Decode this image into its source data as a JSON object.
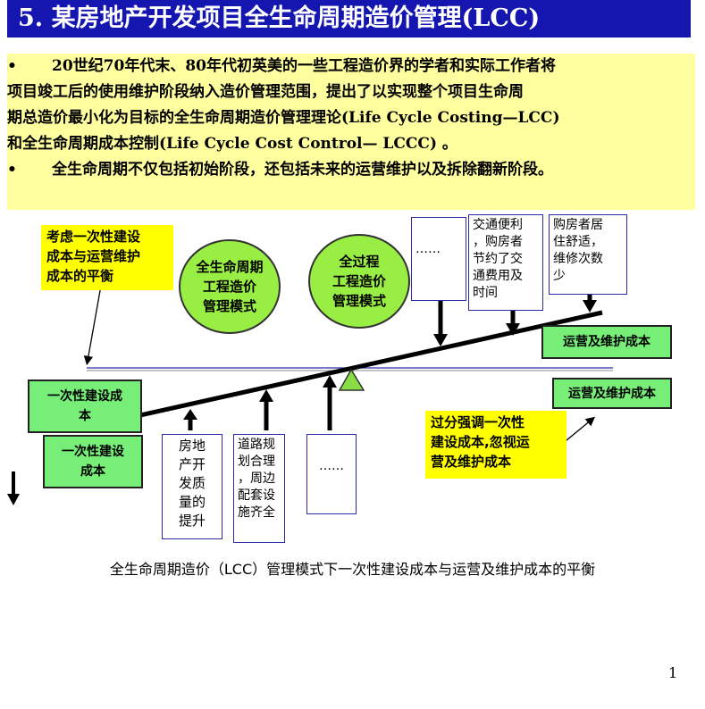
{
  "title": "5. 某房地产开发项目全生命周期造价管理(LCC)",
  "intro": {
    "bullet": "•",
    "para1": [
      "20世纪70年代末、80年代初英美的一些工程造价界的学者和实际工作者将",
      "项目竣工后的使用维护阶段纳入造价管理范围，提出了以实现整个项目生命周",
      "期总造价最小化为目标的全生命周期造价管理理论(Life Cycle Costing—LCC)",
      "和全生命周期成本控制(Life Cycle Cost Control— LCCC) 。"
    ],
    "para2": "全生命周期不仅包括初始阶段，还包括未来的运营维护以及拆除翻新阶段。"
  },
  "diagram": {
    "note_balance": [
      "考虑一次性建设",
      "成本与运营维护",
      "成本的平衡"
    ],
    "circle_lcc": [
      "全生命周期",
      "工程造价",
      "管理模式"
    ],
    "circle_process": [
      "全过程",
      "工程造价",
      "管理模式"
    ],
    "one_time_cost_upper": [
      "一次性建设成",
      "本"
    ],
    "one_time_cost_lower": [
      "一次性建设",
      "成本"
    ],
    "op_cost_upper": "运营及维护成本",
    "op_cost_lower": "运营及维护成本",
    "note_overemphasis": [
      "过分强调一次性",
      "建设成本,忽视运",
      "营及维护成本"
    ],
    "factors_left": [
      {
        "lines": [
          "房地",
          "产开",
          "发质",
          "量的",
          "提升"
        ]
      },
      {
        "lines": [
          "道路规",
          "划合理",
          "，周边",
          "配套设",
          "施齐全"
        ]
      },
      {
        "lines": [
          "……"
        ]
      }
    ],
    "factors_right": [
      {
        "lines": [
          "……"
        ]
      },
      {
        "lines": [
          "交通便利",
          "，购房者",
          "节约了交",
          "通费用及",
          "时间"
        ]
      },
      {
        "lines": [
          "购房者居",
          "住舒适，",
          "维修次数",
          "少"
        ]
      }
    ],
    "colors": {
      "title_bg": "#1515b0",
      "intro_bg": "#ffffa0",
      "note_bg": "#ffff00",
      "circle_fill": "#99ee44",
      "box_fill": "#77ee77",
      "fulcrum": "#88dd44",
      "factor_border": "#2a2aa8"
    }
  },
  "caption": "全生命周期造价（LCC）管理模式下一次性建设成本与运营及维护成本的平衡",
  "page_number": "1"
}
